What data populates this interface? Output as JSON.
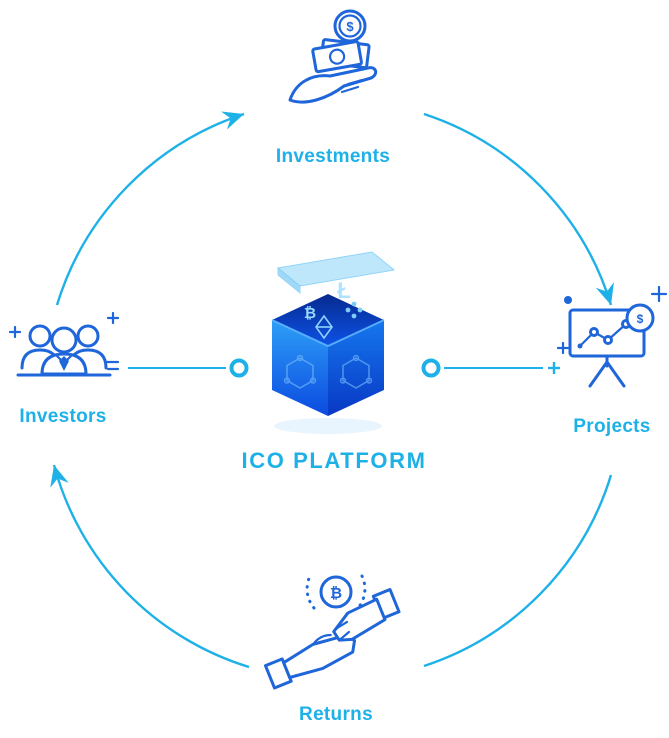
{
  "diagram": {
    "type": "cycle-diagram",
    "title": "ICO PLATFORM"
  },
  "colors": {
    "accent_cyan": "#1db1e8",
    "icon_stroke_blue": "#1e66d9",
    "cube_left_face": "#2e9ff7",
    "cube_right_face": "#1677ee",
    "cube_interior": "#0a2f9e",
    "cube_lid": "#b9e5fc"
  },
  "center": {
    "label": "ICO PLATFORM",
    "icon": "ico-cube-icon"
  },
  "nodes": {
    "top": {
      "label": "Investments",
      "icon": "hand-money-icon"
    },
    "right": {
      "label": "Projects",
      "icon": "presentation-chart-icon"
    },
    "bottom": {
      "label": "Returns",
      "icon": "handshake-bitcoin-icon"
    },
    "left": {
      "label": "Investors",
      "icon": "investors-group-icon"
    }
  },
  "glyphs": {
    "dollar": "$",
    "bitcoin": "₿",
    "litecoin": "Ł"
  },
  "flow_arrows": [
    "Investors to Investments",
    "Investments to Projects",
    "Projects to Returns",
    "Returns to Investors"
  ]
}
